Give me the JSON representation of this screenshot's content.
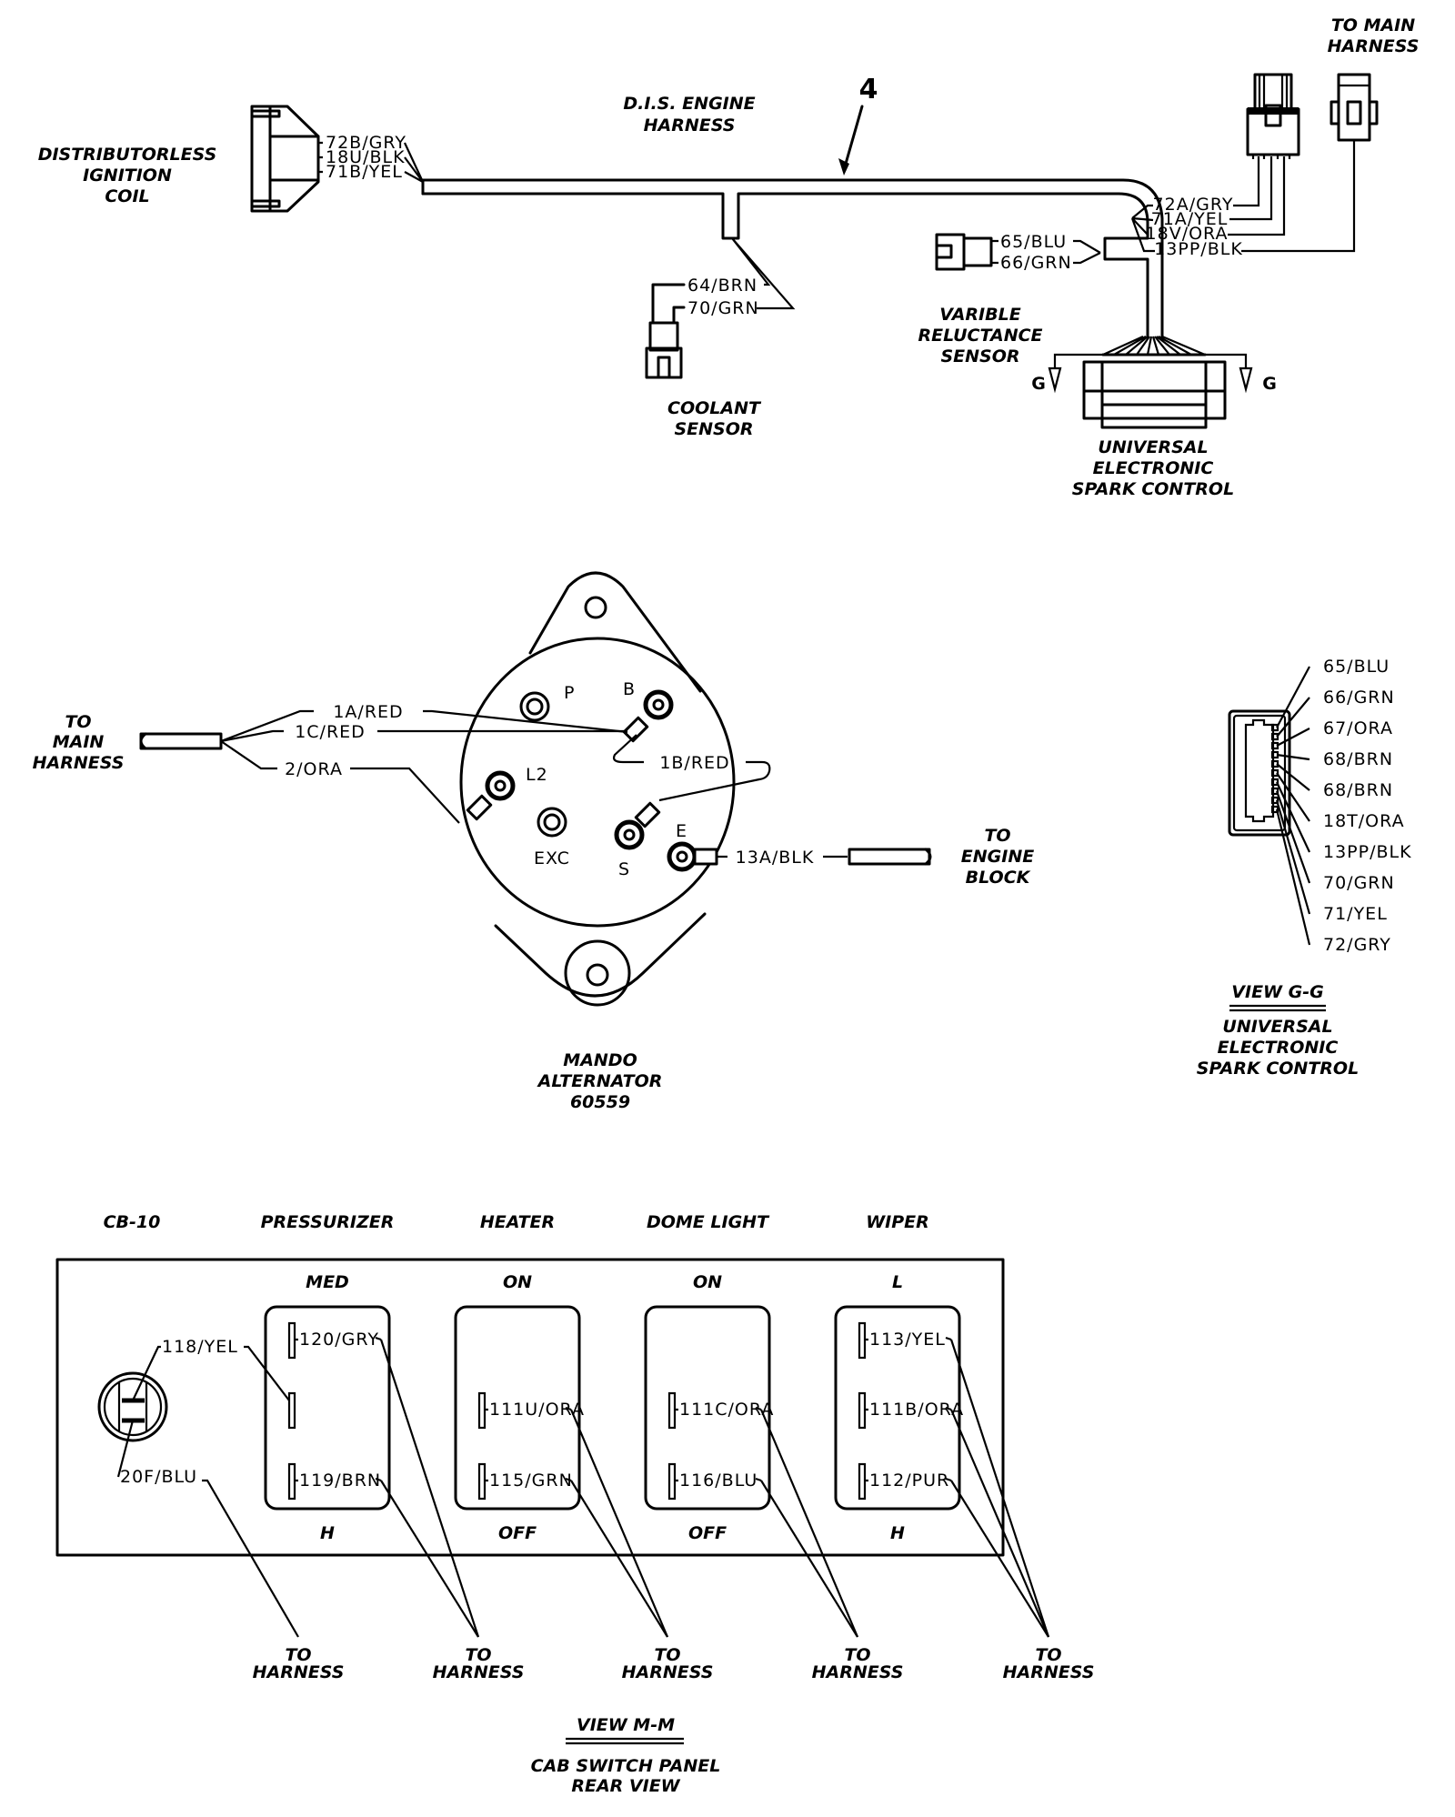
{
  "top_harness": {
    "title_line1": "D.I.S. ENGINE",
    "title_line2": "HARNESS",
    "callout_number": "4",
    "ignition_coil": {
      "line1": "DISTRIBUTORLESS",
      "line2": "IGNITION",
      "line3": "COIL",
      "wires": [
        "72B/GRY",
        "18U/BLK",
        "71B/YEL"
      ]
    },
    "coolant_sensor": {
      "line1": "COOLANT",
      "line2": "SENSOR",
      "wires": [
        "64/BRN",
        "70/GRN"
      ]
    },
    "vr_sensor": {
      "line1": "VARIBLE",
      "line2": "RELUCTANCE",
      "line3": "SENSOR",
      "wires": [
        "65/BLU",
        "66/GRN"
      ]
    },
    "main_harness": {
      "line1": "TO MAIN",
      "line2": "HARNESS",
      "wires": [
        "72A/GRY",
        "71A/YEL",
        "18V/ORA",
        "13PP/BLK"
      ]
    },
    "spark_control": {
      "line1": "UNIVERSAL",
      "line2": "ELECTRONIC",
      "line3": "SPARK  CONTROL",
      "section_mark": "G"
    }
  },
  "alternator": {
    "line1": "MANDO",
    "line2": "ALTERNATOR",
    "line3": "60559",
    "terminals": {
      "p": "P",
      "b": "B",
      "l2": "L2",
      "exc": "EXC",
      "s": "S",
      "e": "E"
    },
    "wires": {
      "w1a": "1A/RED",
      "w1c": "1C/RED",
      "w2": "2/ORA",
      "w1b": "1B/RED",
      "w13a": "13A/BLK"
    },
    "to_main": {
      "line1": "TO",
      "line2": "MAIN",
      "line3": "HARNESS"
    },
    "to_engine": {
      "line1": "TO",
      "line2": "ENGINE",
      "line3": "BLOCK"
    }
  },
  "view_gg": {
    "title": "VIEW G-G",
    "line1": "UNIVERSAL",
    "line2": "ELECTRONIC",
    "line3": "SPARK  CONTROL",
    "pins": [
      "65/BLU",
      "66/GRN",
      "67/ORA",
      "68/BRN",
      "68/BRN",
      "18T/ORA",
      "13PP/BLK",
      "70/GRN",
      "71/YEL",
      "72/GRY"
    ]
  },
  "cab_panel": {
    "view_title": "VIEW M-M",
    "subtitle1": "CAB SWITCH PANEL",
    "subtitle2": "REAR VIEW",
    "to_harness_line1": "TO",
    "to_harness_line2": "HARNESS",
    "breaker": {
      "name": "CB-10",
      "wires": [
        "118/YEL",
        "20F/BLU"
      ]
    },
    "switches": [
      {
        "name": "PRESSURIZER",
        "top": "MED",
        "bottom": "H",
        "wires": [
          "120/GRY",
          "",
          "119/BRN"
        ]
      },
      {
        "name": "HEATER",
        "top": "ON",
        "bottom": "OFF",
        "wires": [
          "",
          "111U/ORA",
          "115/GRN"
        ]
      },
      {
        "name": "DOME LIGHT",
        "top": "ON",
        "bottom": "OFF",
        "wires": [
          "",
          "111C/ORA",
          "116/BLU"
        ]
      },
      {
        "name": "WIPER",
        "top": "L",
        "bottom": "H",
        "wires": [
          "113/YEL",
          "111B/ORA",
          "112/PUR"
        ]
      }
    ]
  }
}
